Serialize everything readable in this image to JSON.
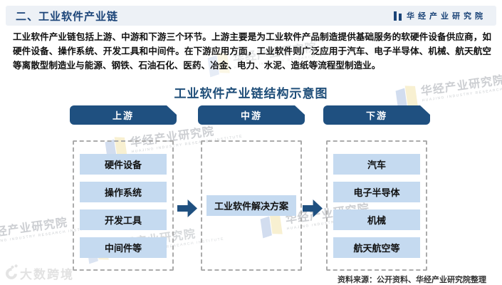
{
  "page": {
    "header": {
      "title": "二、工业软件产业链",
      "brand": "华经产业研究院"
    },
    "intro": "工业软件产业链包括上游、中游和下游三个环节。上游主要是为工业软件产品制造提供基础服务的软硬件设备供应商，如硬件设备、操作系统、开发工具和中间件。在下游应用方面，工业软件则广泛应用于汽车、电子半导体、机械、航天航空等离散型制造业与能源、钢铁、石油石化、医药、冶金、电力、水泥、造纸等流程型制造业。",
    "diagram": {
      "title": "工业软件产业链结构示意图",
      "columns": [
        {
          "header": "上游",
          "items": [
            "硬件设备",
            "操作系统",
            "开发工具",
            "中间件等"
          ]
        },
        {
          "header": "中游",
          "items": [
            "工业软件解决方案"
          ]
        },
        {
          "header": "下游",
          "items": [
            "汽车",
            "电子半导体",
            "机械",
            "航天航空等"
          ]
        }
      ]
    },
    "source": "资料来源：公开资料、华经产业研究院整理",
    "watermarks": {
      "brand_text": "华经产业研究院",
      "brand_subtext": "HUAJING INDUSTRY RESEARCH INSTITUTE",
      "corner_text": "大数跨境"
    },
    "colors": {
      "primary_dark_blue": "#1f5080",
      "title_blue": "#1b4478",
      "diagram_title_blue": "#1f4e79",
      "item_light_blue": "#c5daf0",
      "top_bar_bg": "#edf1f6",
      "dashed_border_gray": "#ababab"
    }
  }
}
